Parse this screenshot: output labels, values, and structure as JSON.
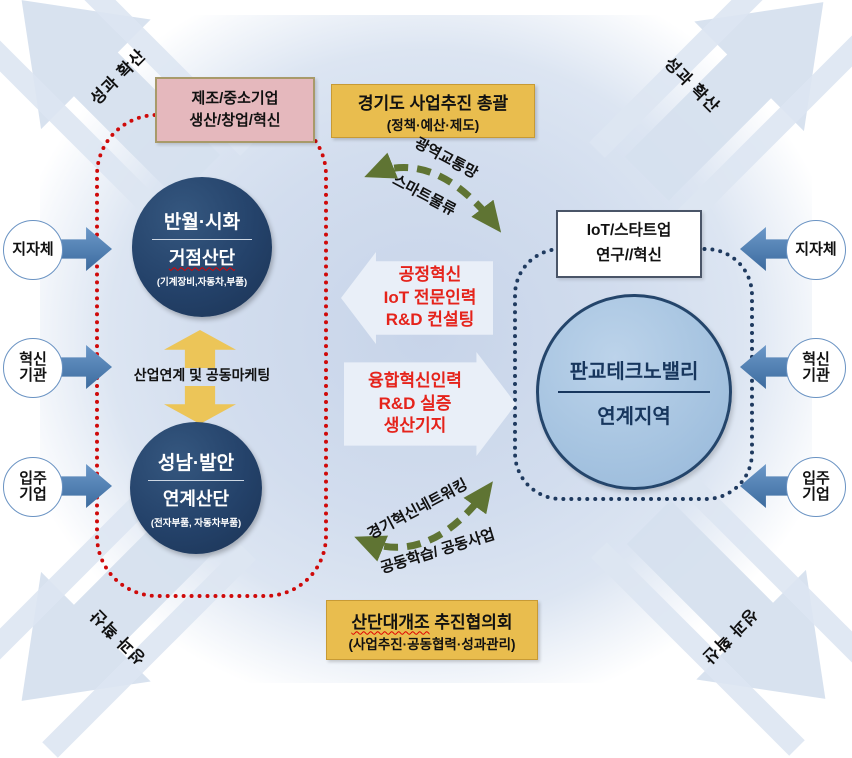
{
  "corners": {
    "top_left": "성과 확산",
    "top_right": "성과 확산",
    "bottom_left": "성과 확산",
    "bottom_right": "성과 확산"
  },
  "top": {
    "pink_box": {
      "line1": "제조/중소기업",
      "line2": "생산/창업/혁신"
    },
    "gov_box": {
      "line1": "경기도 사업추진 총괄",
      "line2": "(정책·예산·제도)"
    }
  },
  "left_cluster": {
    "hub_circle": {
      "line1": "반월·시화",
      "line2": "거점산단",
      "line3": "(기계장비,자동차,부품)"
    },
    "link_arrow_label": "산업연계 및 공동마케팅",
    "linked_circle": {
      "line1": "성남·발안",
      "line2": "연계산단",
      "line3": "(전자부품, 자동차부품)"
    }
  },
  "center": {
    "arrow_left": {
      "line1": "공정혁신",
      "line2": "IoT 전문인력",
      "line3": "R&D 컨설팅"
    },
    "arrow_right": {
      "line1": "융합혁신인력",
      "line2": "R&D 실증",
      "line3": "생산기지"
    }
  },
  "right_cluster": {
    "iot_box": {
      "line1": "IoT/스타트업",
      "line2": "연구//혁신"
    },
    "pangyo_circle": {
      "line1": "판교테크노밸리",
      "line2": "연계지역"
    }
  },
  "green_arrows": {
    "top": {
      "label1": "광역교통망",
      "label2": "스마트물류"
    },
    "bottom": {
      "label1": "경기혁신네트워킹",
      "label2": "공동학습/ 공동사업"
    }
  },
  "bottom": {
    "council_box": {
      "word1": "산단대개조",
      "word2": "추진협의회",
      "line2": "(사업추진·공동협력·성과관리)"
    }
  },
  "sides": {
    "left": [
      {
        "line1": "지자체",
        "line2": ""
      },
      {
        "line1": "혁신",
        "line2": "기관"
      },
      {
        "line1": "입주",
        "line2": "기업"
      }
    ],
    "right": [
      {
        "line1": "지자체",
        "line2": ""
      },
      {
        "line1": "혁신",
        "line2": "기관"
      },
      {
        "line1": "입주",
        "line2": "기업"
      }
    ]
  },
  "colors": {
    "frame_red": "#cf0a0a",
    "frame_navy": "#1f3a5f",
    "gold": "#e9bd4e",
    "pink": "#e5b8bd",
    "green_arrow": "#5f7433",
    "blue_arrow": "#4f81bd",
    "pale_background": "#d6e0ee",
    "red_text": "#e5231b",
    "pangyo_fill": "#a5c3e0"
  }
}
